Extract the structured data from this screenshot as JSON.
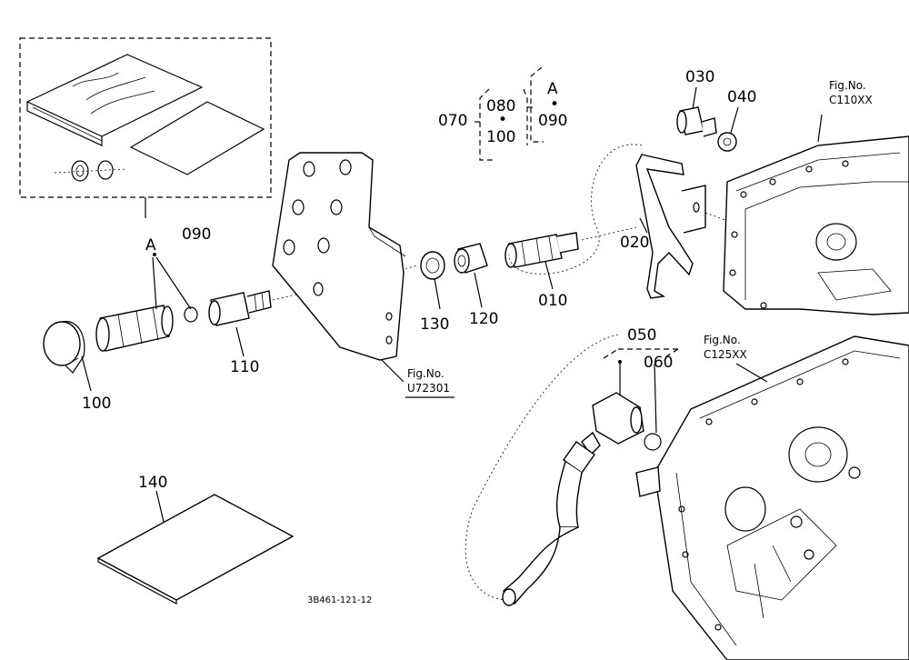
{
  "callouts": {
    "p010": "010",
    "p020": "020",
    "p030": "030",
    "p040": "040",
    "p050": "050",
    "p060": "060",
    "p070": "070",
    "p080": "080",
    "p090_group": "090",
    "p090_kit": "090",
    "p100_group": "100",
    "p100_cap": "100",
    "p110": "110",
    "p120": "120",
    "p130": "130",
    "p140": "140",
    "a_group": "A",
    "a_cap": "A",
    "dot1": "•",
    "dot2": "•"
  },
  "fig_refs": {
    "c110_label": "Fig.No.",
    "c110_code": "C110XX",
    "c125_label": "Fig.No.",
    "c125_code": "C125XX",
    "u723_label": "Fig.No.",
    "u723_code": "U72301"
  },
  "drawing_code": "3B461-121-12"
}
